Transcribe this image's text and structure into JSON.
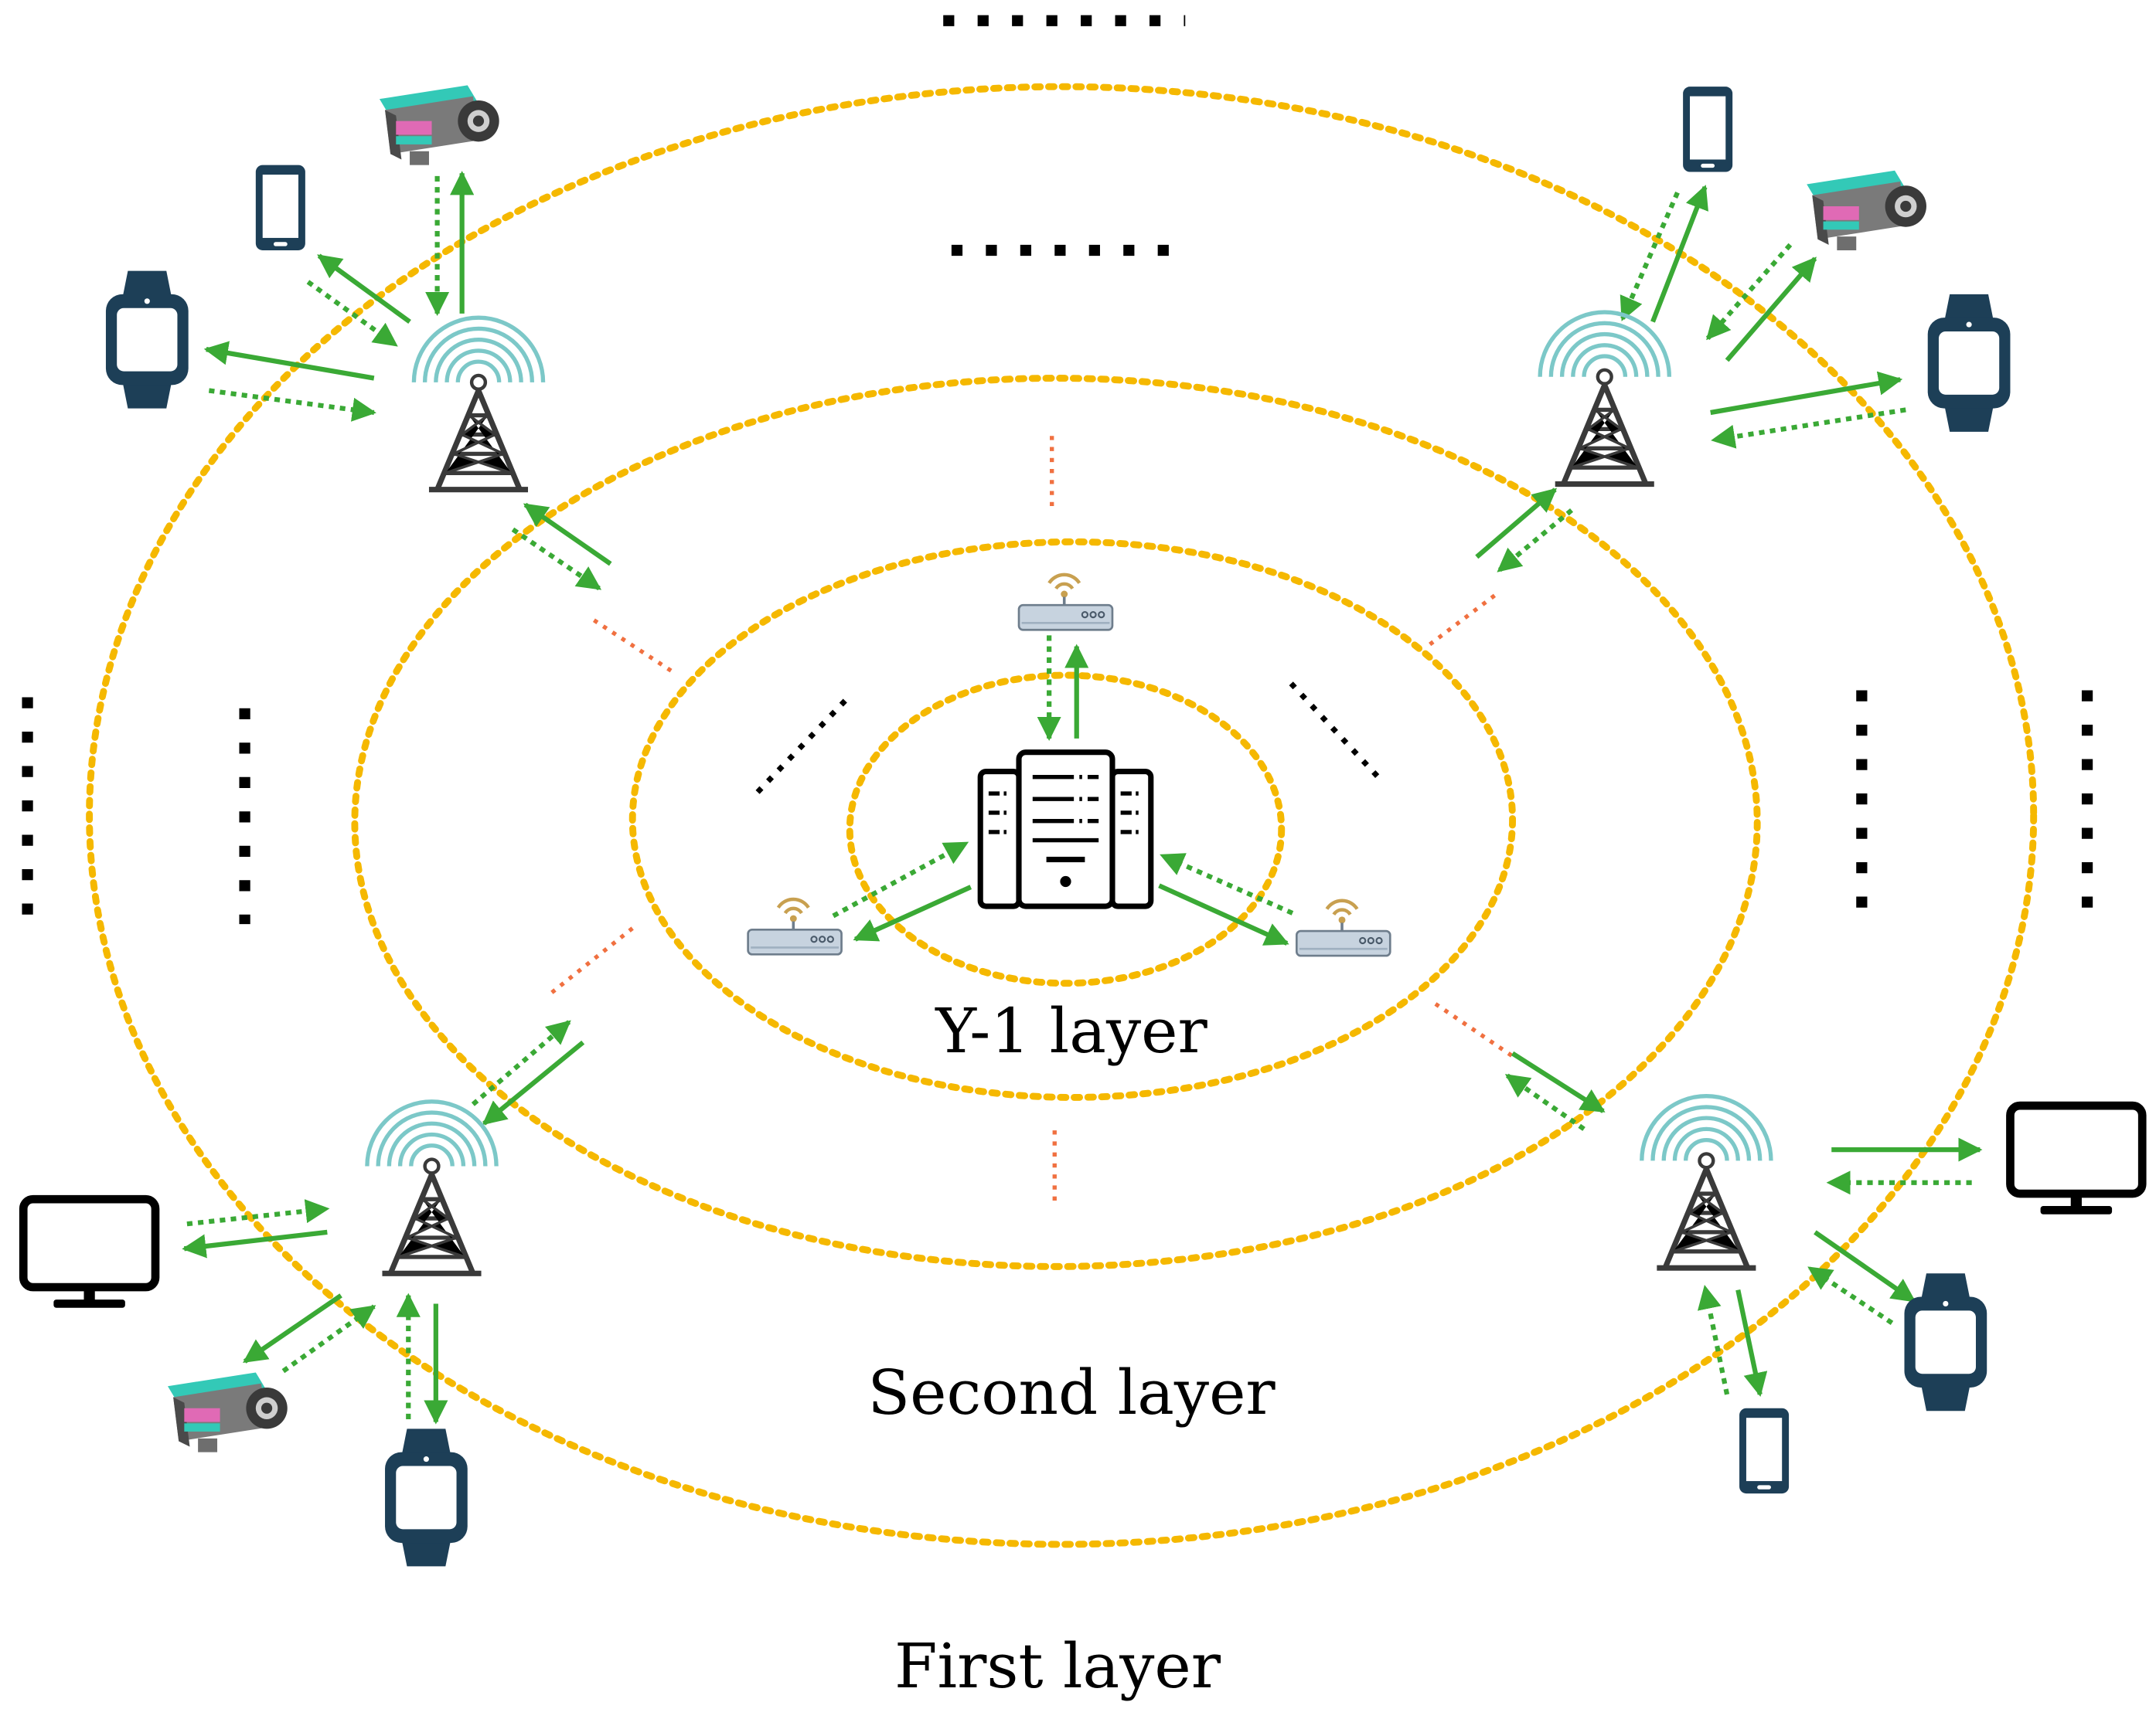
{
  "labels": {
    "inner": "Y-1 layer",
    "middle": "Second layer",
    "outer": "First layer"
  },
  "colors": {
    "ring": "#f5b800",
    "arrow": "#3aa935",
    "divider": "#f07040",
    "dots": "#000000",
    "device_dark": "#1d3f57",
    "tower": "#3a3a3a",
    "signal": "#7cc8c8",
    "camera_accent": "#33c9b7"
  },
  "diagram": {
    "center": "server",
    "rings": 4,
    "icons": [
      "server-icon",
      "router-icon",
      "tower-icon",
      "smartphone-icon",
      "smartwatch-icon",
      "camera-icon",
      "monitor-icon"
    ]
  }
}
